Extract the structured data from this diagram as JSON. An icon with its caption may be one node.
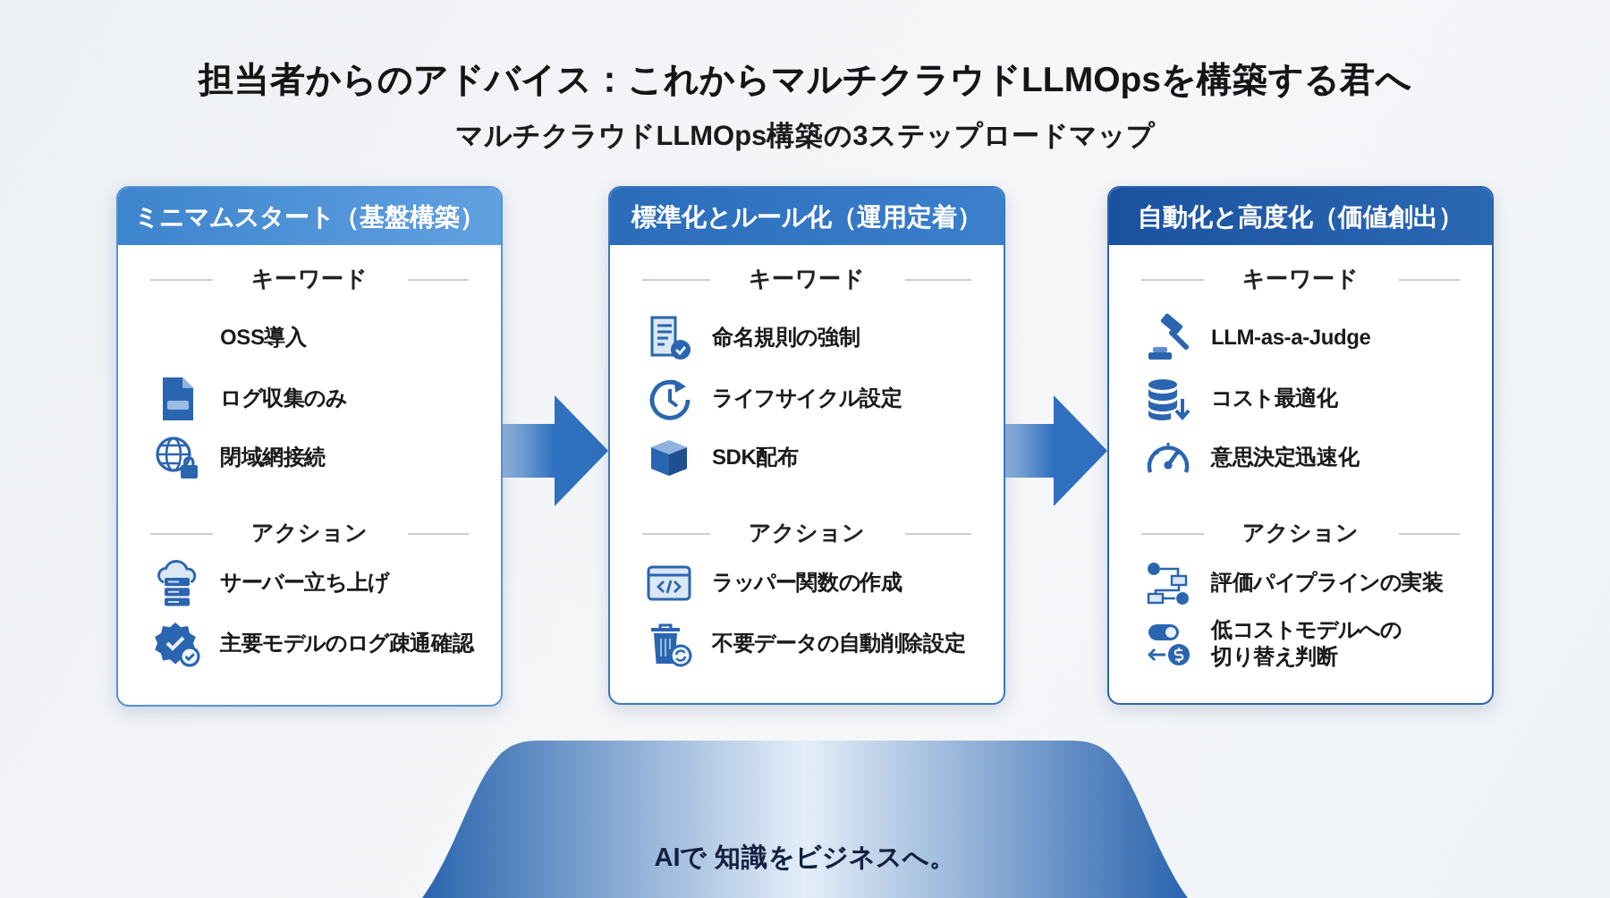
{
  "diagram": {
    "title": "担当者からのアドバイス：これからマルチクラウドLLMOpsを構築する君へ",
    "nodes": [
      {
        "text": [
          "ミニマムスタート（基盤構築）",
          "キーワード",
          "OSS導入",
          "ログ収集のみ",
          "閉域網接続",
          "アクション",
          "サーバー立ち上げ",
          "主要モデルのログ疎通確認"
        ]
      },
      {
        "text": [
          "標準化とルール化（運用定着）",
          "キーワード",
          "命名規則の強制",
          "ライフサイクル設定",
          "SDK配布",
          "アクション",
          "ラッパー関数の作成",
          "不要データの自動削除設定"
        ]
      },
      {
        "text": [
          "自動化と高度化（価値創出）",
          "キーワード",
          "LLM-as-a-Judge",
          "コスト最適化",
          "意思決定迅速化",
          "アクション",
          "評価パイプラインの実装",
          "低コストモデルへの切り替え判断"
        ]
      },
      {
        "text": [
          "AIで 知識をビジネスへ。"
        ]
      }
    ],
    "edges": [
      {
        "from": 0,
        "to": 1,
        "arrow": "to"
      },
      {
        "from": 1,
        "to": 2,
        "arrow": "to"
      }
    ],
    "labels": [
      "マルチクラウドLLMOps構築の3ステップロードマップ"
    ]
  }
}
